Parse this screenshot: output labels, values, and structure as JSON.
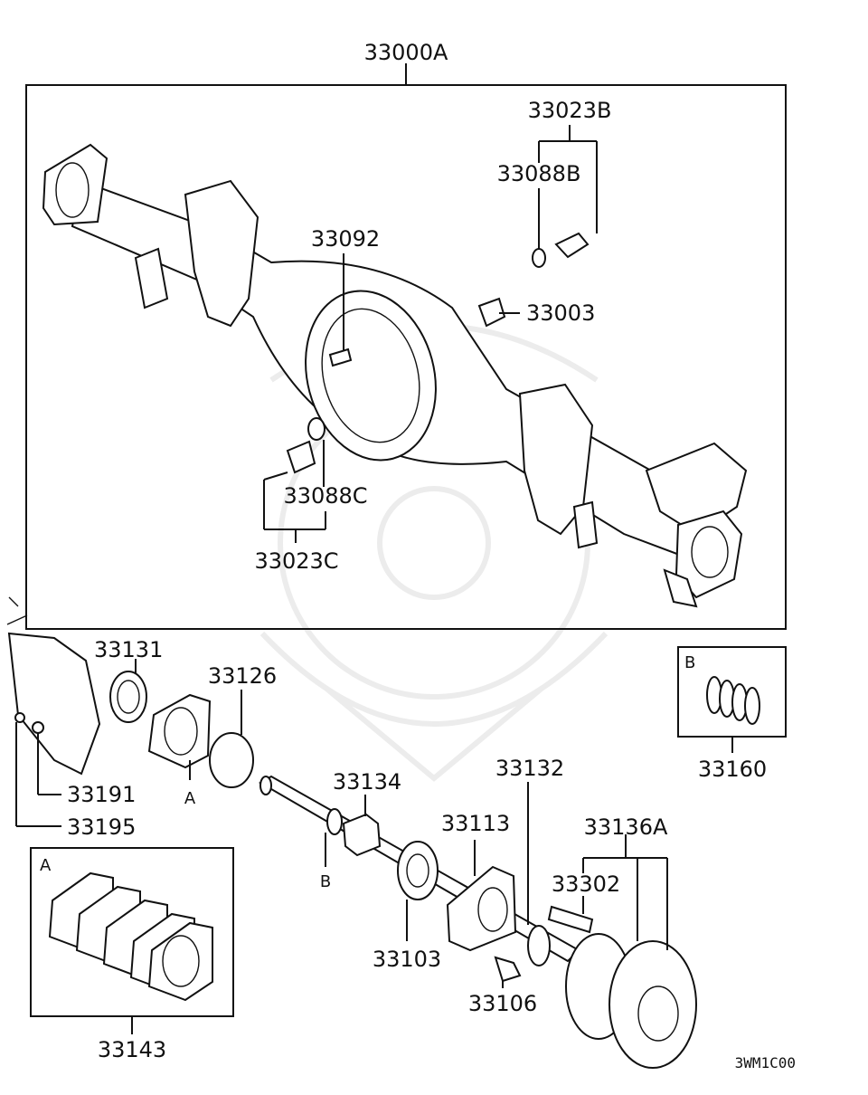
{
  "diagram": {
    "watermark_icon": "samurai-helmet-icon",
    "drawing_code": "3WM1C00",
    "assembly_label": "33000A",
    "callouts": {
      "p33023B": "33023B",
      "p33088B": "33088B",
      "p33092": "33092",
      "p33003": "33003",
      "p33088C": "33088C",
      "p33023C": "33023C",
      "p33131": "33131",
      "p33126": "33126",
      "p33191": "33191",
      "p33195": "33195",
      "p33134": "33134",
      "p33132": "33132",
      "p33113": "33113",
      "p33136A": "33136A",
      "p33302": "33302",
      "p33103": "33103",
      "p33106": "33106",
      "p33160": "33160",
      "p33143": "33143"
    },
    "markers": {
      "ref_a_gasket": "A",
      "ref_b_ring": "B",
      "box_a_title": "A",
      "box_b_title": "B"
    }
  }
}
